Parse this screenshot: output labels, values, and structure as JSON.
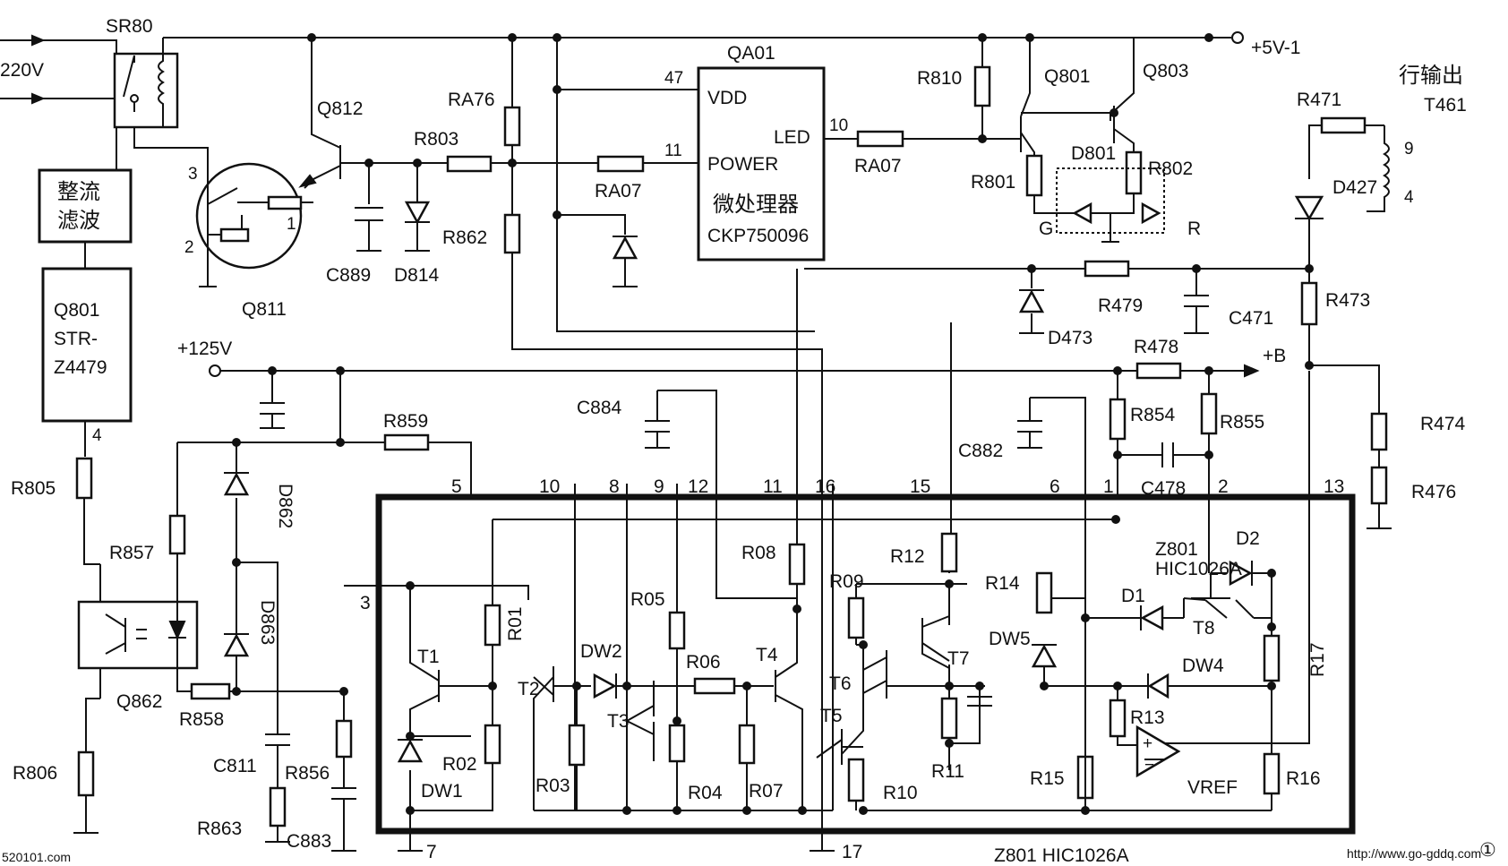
{
  "schematic": {
    "inputs": {
      "ac_in": "220V",
      "rail_125": "+125V",
      "rail_5v": "+5V-1",
      "rail_b": "+B"
    },
    "relay": {
      "ref": "SR80"
    },
    "rectifier": {
      "line1": "整流",
      "line2": "滤波"
    },
    "regulator": {
      "ref": "Q801",
      "part1": "STR-",
      "part2": "Z4479",
      "pin": "4"
    },
    "q811": {
      "ref": "Q811",
      "pin1": "1",
      "pin2": "2",
      "pin3": "3"
    },
    "mcu": {
      "ref": "QA01",
      "vdd": "VDD",
      "power": "POWER",
      "led": "LED",
      "desc": "微处理器",
      "part": "CKP750096",
      "pin_vdd": "47",
      "pin_power": "11",
      "pin_led": "10"
    },
    "led_pair": {
      "ref": "D801",
      "g": "G",
      "r": "R"
    },
    "flyback": {
      "title": "行输出",
      "ref": "T461",
      "pin9": "9",
      "pin4": "4"
    },
    "hic": {
      "ref": "Z801",
      "part": "HIC1026A",
      "footer": "Z801 HIC1026A",
      "pins": [
        "5",
        "10",
        "8",
        "9",
        "12",
        "11",
        "16",
        "15",
        "6",
        "1",
        "2",
        "13",
        "3",
        "7",
        "17"
      ]
    },
    "vref": "VREF",
    "components": {
      "q812": "Q812",
      "r803": "R803",
      "ra76": "RA76",
      "r862": "R862",
      "c889": "C889",
      "d814": "D814",
      "ra07a": "RA07",
      "ra07b": "RA07",
      "r810": "R810",
      "q801t": "Q801",
      "q803": "Q803",
      "r801": "R801",
      "r802": "R802",
      "r471": "R471",
      "d427": "D427",
      "r473": "R473",
      "d473": "D473",
      "r479": "R479",
      "c471": "C471",
      "r478": "R478",
      "r854": "R854",
      "r855": "R855",
      "c478": "C478",
      "c882": "C882",
      "c884": "C884",
      "r474": "R474",
      "r476": "R476",
      "r859": "R859",
      "d862": "D862",
      "d863": "D863",
      "r805": "R805",
      "r857": "R857",
      "q862": "Q862",
      "r858": "R858",
      "r806": "R806",
      "c811": "C811",
      "r856": "R856",
      "r863": "R863",
      "c883": "C883",
      "t1": "T1",
      "t2": "T2",
      "t3": "T3",
      "t4": "T4",
      "t5": "T5",
      "t6": "T6",
      "t7": "T7",
      "t8": "T8",
      "dw1": "DW1",
      "dw2": "DW2",
      "dw4": "DW4",
      "dw5": "DW5",
      "d1": "D1",
      "d2": "D2",
      "r01": "R01",
      "r02": "R02",
      "r03": "R03",
      "r04": "R04",
      "r05": "R05",
      "r06": "R06",
      "r07": "R07",
      "r08": "R08",
      "r09": "R09",
      "r10": "R10",
      "r11": "R11",
      "r12": "R12",
      "r13": "R13",
      "r14": "R14",
      "r15": "R15",
      "r16": "R16",
      "r17": "R17"
    }
  },
  "watermarks": {
    "left": "520101.com",
    "right": "http://www.go-gddq.com",
    "badge": "①"
  }
}
